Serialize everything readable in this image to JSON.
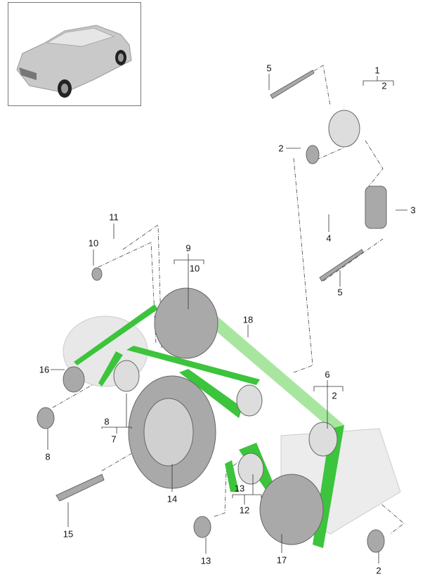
{
  "diagram": {
    "title_vehicle_thumbnail": "vehicle-overview",
    "belt_color": "#3cc43c",
    "belt_light_color": "#a8e6a0",
    "part_color": "#a9a9a9",
    "callouts": {
      "c5a": "5",
      "c1": "1",
      "c2a": "2",
      "c2b": "2",
      "c3": "3",
      "c4": "4",
      "c5b": "5",
      "c11": "11",
      "c10a": "10",
      "c9": "9",
      "c10b": "10",
      "c18": "18",
      "c16": "16",
      "c6": "6",
      "c2c": "2",
      "c8a": "8",
      "c7": "7",
      "c8b": "8",
      "c13a": "13",
      "c12": "12",
      "c14": "14",
      "c15": "15",
      "c13b": "13",
      "c17": "17",
      "c2d": "2"
    }
  }
}
